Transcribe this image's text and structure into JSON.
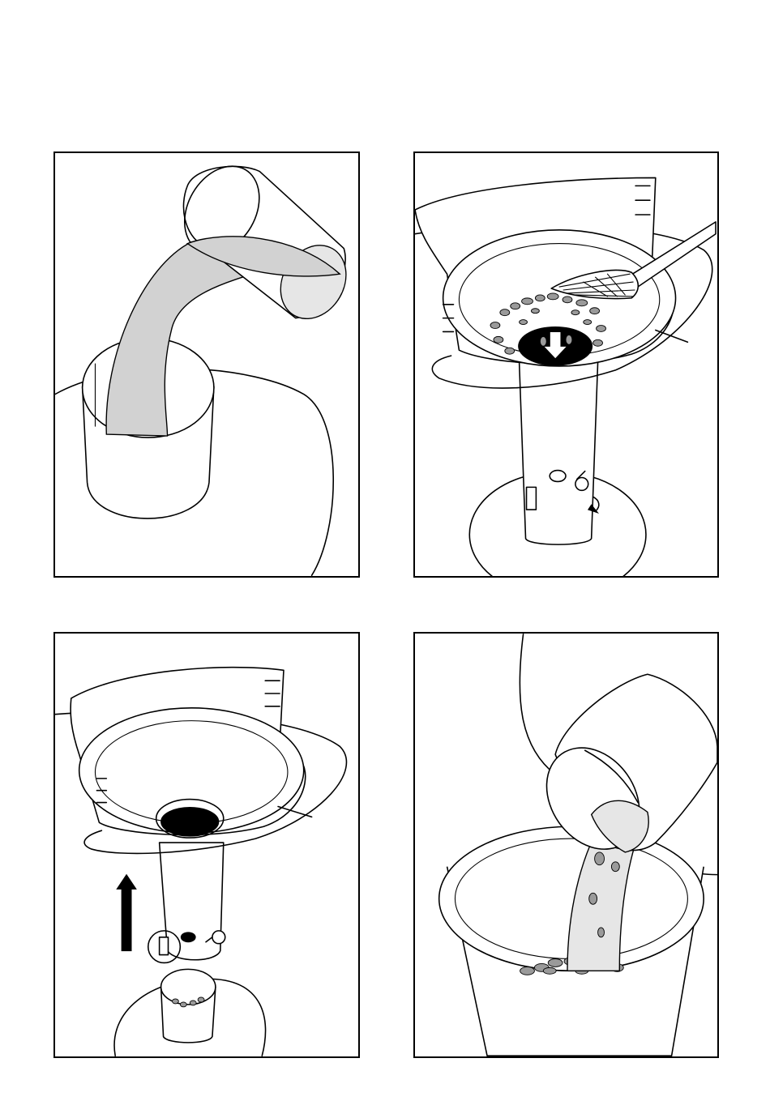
{
  "figure": {
    "panels": [
      {
        "id": "panel-1",
        "subject": "pour-liquid-into-cup"
      },
      {
        "id": "panel-2",
        "subject": "brush-grounds-into-chute"
      },
      {
        "id": "panel-3",
        "subject": "lift-hopper-off-base"
      },
      {
        "id": "panel-4",
        "subject": "empty-grounds-from-cup"
      }
    ]
  },
  "icons": {
    "down_arrow": "down-arrow-icon",
    "up_arrow": "up-arrow-icon",
    "rotate_arrow": "rotate-arrow-icon",
    "highlight_circle": "highlight-circle-icon"
  },
  "colors": {
    "stroke": "#000000",
    "liquid": "#d2d2d2",
    "grounds": "#9a9a9a",
    "background": "#ffffff"
  }
}
